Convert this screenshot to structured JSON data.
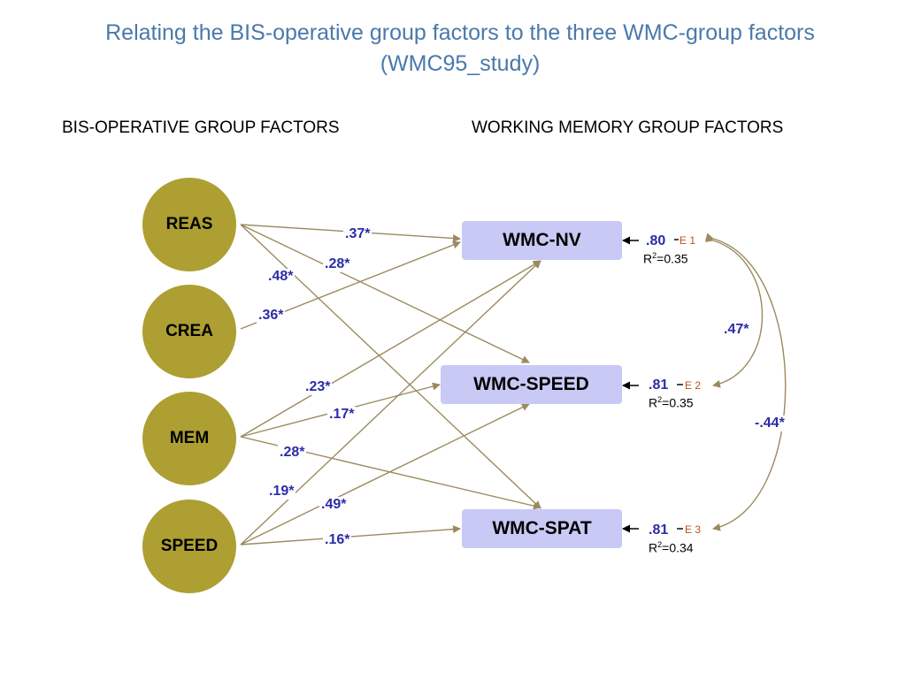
{
  "title": {
    "line1": "Relating the BIS-operative group factors to the three WMC-group factors",
    "line2": "(WMC95_study)"
  },
  "headers": {
    "left": "BIS-OPERATIVE GROUP  FACTORS",
    "right": "WORKING  MEMORY  GROUP  FACTORS"
  },
  "bis_factors": [
    "REAS",
    "CREA",
    "MEM",
    "SPEED"
  ],
  "wmc_factors": [
    "WMC-NV",
    "WMC-SPEED",
    "WMC-SPAT"
  ],
  "paths": [
    {
      "from": "REAS",
      "to": "WMC-NV",
      "coef": ".37*"
    },
    {
      "from": "REAS",
      "to": "WMC-SPEED",
      "coef": ".28*"
    },
    {
      "from": "REAS",
      "to": "WMC-SPAT",
      "coef": ".48*"
    },
    {
      "from": "CREA",
      "to": "WMC-NV",
      "coef": ".36*"
    },
    {
      "from": "MEM",
      "to": "WMC-NV",
      "coef": ".23*"
    },
    {
      "from": "MEM",
      "to": "WMC-SPEED",
      "coef": ".17*"
    },
    {
      "from": "MEM",
      "to": "WMC-SPAT",
      "coef": ".28*"
    },
    {
      "from": "SPEED",
      "to": "WMC-NV",
      "coef": ".19*"
    },
    {
      "from": "SPEED",
      "to": "WMC-SPEED",
      "coef": ".49*"
    },
    {
      "from": "SPEED",
      "to": "WMC-SPAT",
      "coef": ".16*"
    }
  ],
  "errors": [
    {
      "label": "E 1",
      "loading": ".80",
      "r2_prefix": "R",
      "r2_sup": "2",
      "r2_value": "=0.35"
    },
    {
      "label": "E 2",
      "loading": ".81",
      "r2_prefix": "R",
      "r2_sup": "2",
      "r2_value": "=0.35"
    },
    {
      "label": "E 3",
      "loading": ".81",
      "r2_prefix": "R",
      "r2_sup": "2",
      "r2_value": "=0.34"
    }
  ],
  "correlations": [
    {
      "between": [
        "E 1",
        "E 2"
      ],
      "coef": ".47*"
    },
    {
      "between": [
        "E 1",
        "E 3"
      ],
      "coef": "-.44*"
    }
  ],
  "colors": {
    "title": "#4a79ab",
    "factor_fill": "#ad9f31",
    "wmc_fill": "#c9c9f5",
    "path_line": "#9b8a5e",
    "coefficient": "#2c2ca8",
    "error_label": "#c0501c"
  }
}
